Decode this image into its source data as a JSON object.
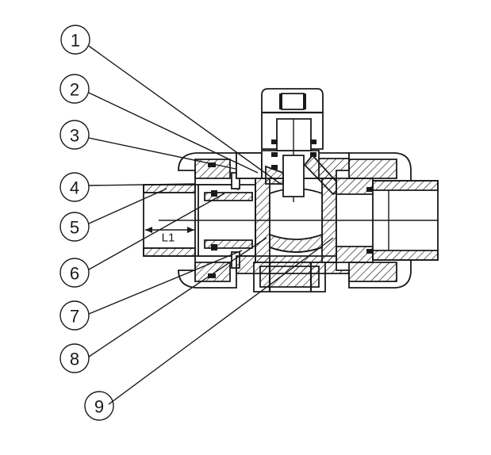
{
  "drawing": {
    "callouts": [
      {
        "number": "1"
      },
      {
        "number": "2"
      },
      {
        "number": "3"
      },
      {
        "number": "4"
      },
      {
        "number": "5"
      },
      {
        "number": "6"
      },
      {
        "number": "7"
      },
      {
        "number": "8"
      },
      {
        "number": "9"
      }
    ],
    "dimension_label": "L1"
  },
  "colors": {
    "line": "#1a1a1a",
    "background": "#ffffff"
  }
}
